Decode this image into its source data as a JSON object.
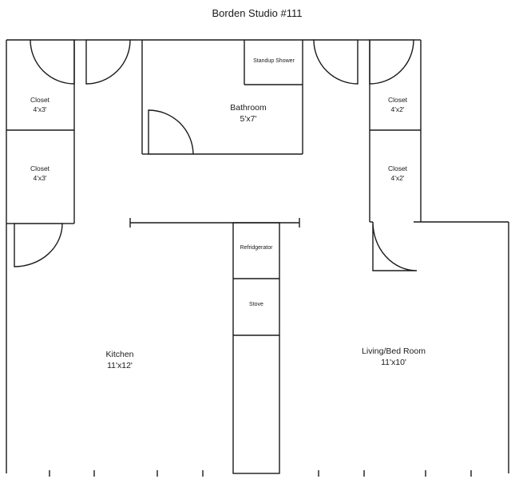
{
  "title": "Borden Studio #111",
  "rooms": {
    "closet_tl": {
      "name": "Closet",
      "size": "4'x3'"
    },
    "closet_ml": {
      "name": "Closet",
      "size": "4'x3'"
    },
    "bathroom": {
      "name": "Bathroom",
      "size": "5'x7'"
    },
    "shower": {
      "name": "Standup Shower"
    },
    "closet_tr": {
      "name": "Closet",
      "size": "4'x2'"
    },
    "closet_mr": {
      "name": "Closet",
      "size": "4'x2'"
    },
    "refrigerator": {
      "name": "Refridgerator"
    },
    "stove": {
      "name": "Stove"
    },
    "kitchen": {
      "name": "Kitchen",
      "size": "11'x12'"
    },
    "living": {
      "name": "Living/Bed Room",
      "size": "11'x10'"
    }
  },
  "colors": {
    "line": "#1a1a1a",
    "background": "#ffffff"
  }
}
